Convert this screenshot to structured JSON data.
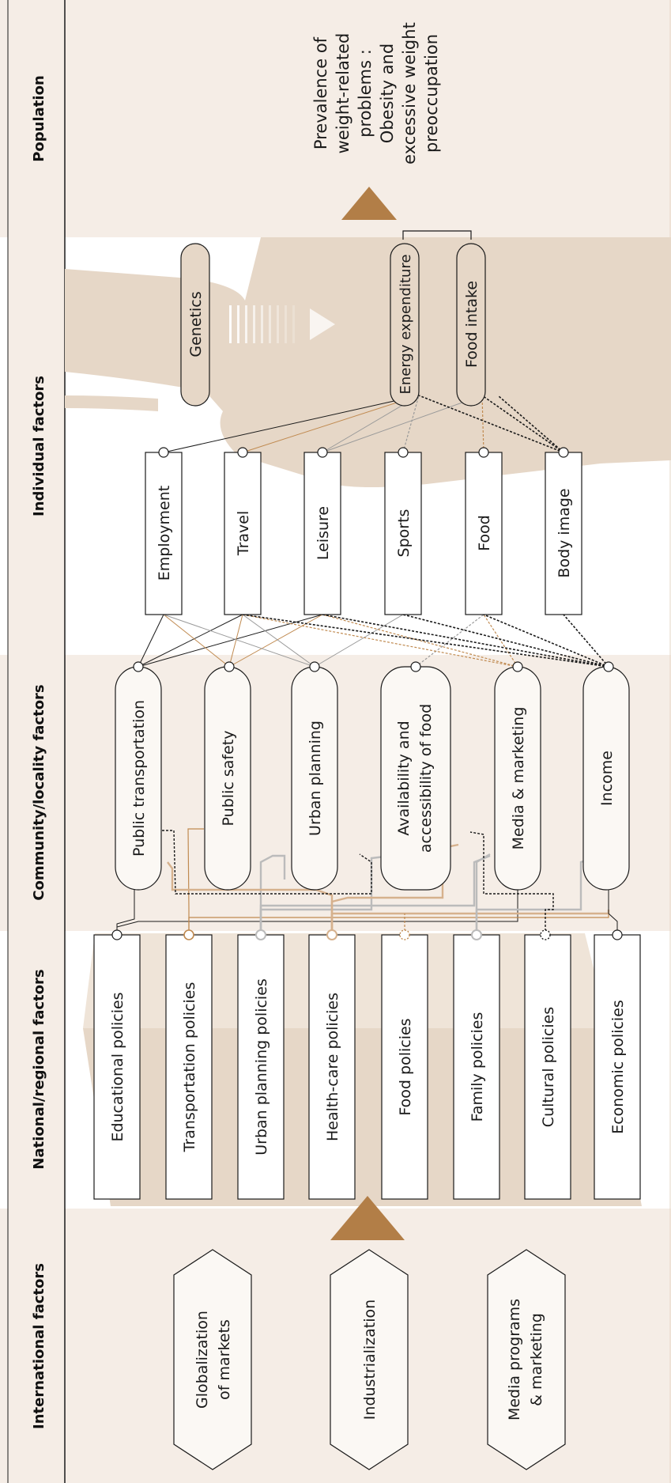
{
  "colors": {
    "band": "#f5ede6",
    "white": "#ffffff",
    "flow": "#e6d7c7",
    "arrow": "#b27e47",
    "ink": "#1a1a1a",
    "orange_link": "#c08a50",
    "gray_link": "#9a9a9a",
    "light_gray_link": "#bbbbbb",
    "tan_link": "#d6b18d"
  },
  "headers": {
    "international": "International factors",
    "national": "National/regional factors",
    "community": "Community/locality factors",
    "individual": "Individual factors",
    "population": "Population"
  },
  "international": [
    {
      "line1": "Globalization",
      "line2": "of markets"
    },
    {
      "line1": "Industrialization",
      "line2": ""
    },
    {
      "line1": "Media programs",
      "line2": "& marketing"
    }
  ],
  "national": [
    "Educational policies",
    "Transportation policies",
    "Urban planning policies",
    "Health-care policies",
    "Food policies",
    "Family policies",
    "Cultural policies",
    "Economic policies"
  ],
  "community": [
    {
      "line1": "Public transportation",
      "line2": ""
    },
    {
      "line1": "Public safety",
      "line2": ""
    },
    {
      "line1": "Urban planning",
      "line2": ""
    },
    {
      "line1": "Availability and",
      "line2": "accessibility of food"
    },
    {
      "line1": "Media & marketing",
      "line2": ""
    },
    {
      "line1": "Income",
      "line2": ""
    }
  ],
  "individual_settings": [
    "Employment",
    "Travel",
    "Leisure",
    "Sports",
    "Food",
    "Body image"
  ],
  "individual_behaviors": {
    "genetics": "Genetics",
    "energy": "Energy expenditure",
    "food_intake": "Food intake"
  },
  "population_outcome": [
    "Prevalence of",
    "weight-related",
    "problems :",
    "Obesity and",
    "excessive weight",
    "preoccupation"
  ]
}
